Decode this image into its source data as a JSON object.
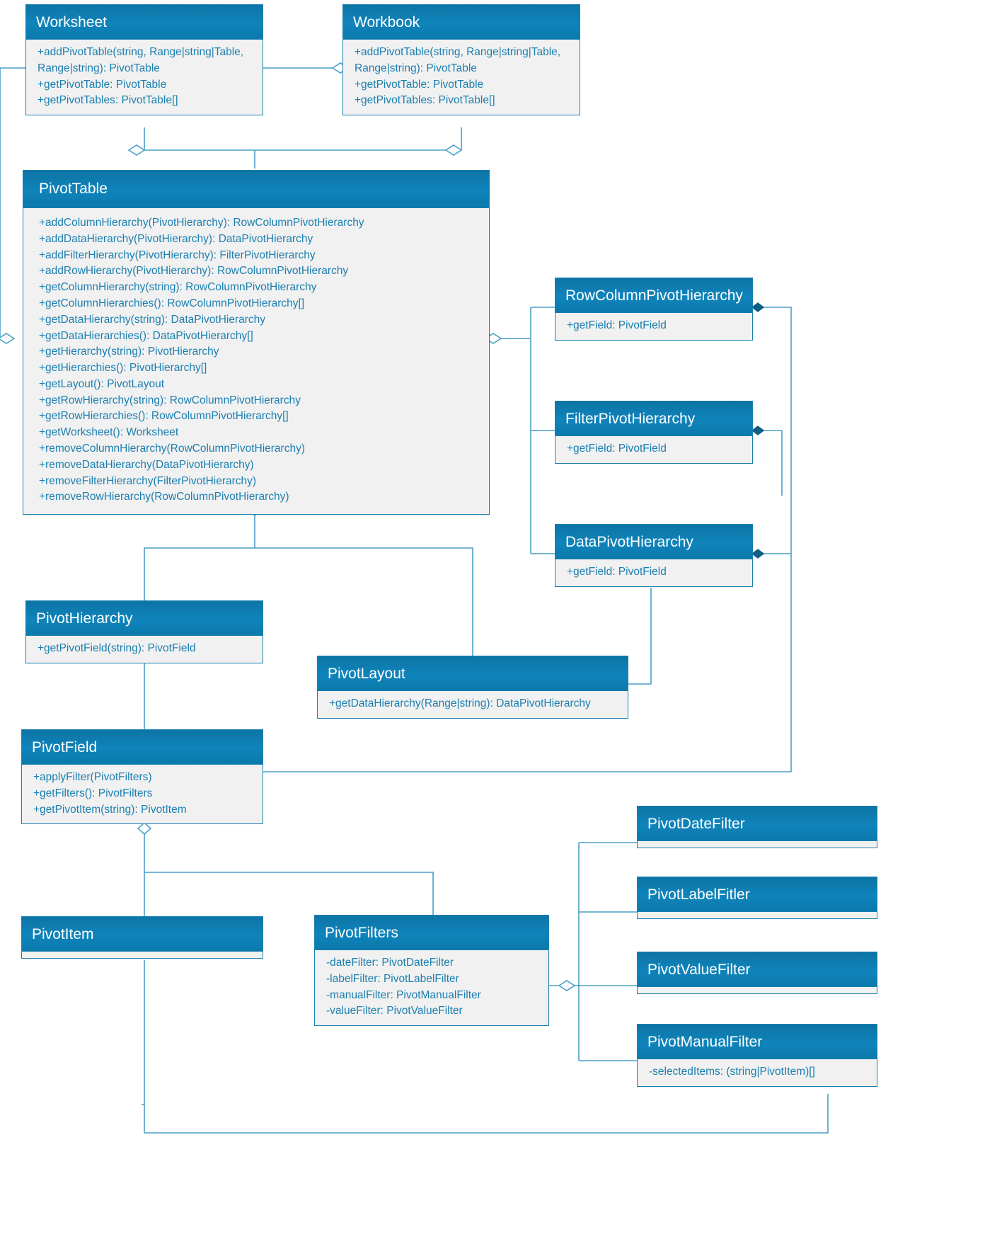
{
  "diagram": {
    "kind": "uml-class-diagram",
    "accent": "#0f84bb",
    "line_color": "#4a9fc9",
    "body_bg": "#f1f1f1",
    "text_color": "#1b7fb0"
  },
  "classes": {
    "worksheet": {
      "name": "Worksheet",
      "members": [
        "+addPivotTable(string,\nRange|string|Table, Range|string):\nPivotTable",
        "+getPivotTable: PivotTable",
        "+getPivotTables: PivotTable[]"
      ]
    },
    "workbook": {
      "name": "Workbook",
      "members": [
        "+addPivotTable(string,\nRange|string|Table, Range|string):\nPivotTable",
        "+getPivotTable: PivotTable",
        "+getPivotTables: PivotTable[]"
      ]
    },
    "pivottable": {
      "name": "PivotTable",
      "members": [
        "+addColumnHierarchy(PivotHierarchy): RowColumnPivotHierarchy",
        "+addDataHierarchy(PivotHierarchy): DataPivotHierarchy",
        "+addFilterHierarchy(PivotHierarchy): FilterPivotHierarchy",
        "+addRowHierarchy(PivotHierarchy): RowColumnPivotHierarchy",
        "+getColumnHierarchy(string): RowColumnPivotHierarchy",
        "+getColumnHierarchies(): RowColumnPivotHierarchy[]",
        "+getDataHierarchy(string): DataPivotHierarchy",
        "+getDataHierarchies(): DataPivotHierarchy[]",
        "+getHierarchy(string): PivotHierarchy",
        "+getHierarchies(): PivotHierarchy[]",
        "+getLayout(): PivotLayout",
        "+getRowHierarchy(string): RowColumnPivotHierarchy",
        "+getRowHierarchies(): RowColumnPivotHierarchy[]",
        "+getWorksheet(): Worksheet",
        "+removeColumnHierarchy(RowColumnPivotHierarchy)",
        "+removeDataHierarchy(DataPivotHierarchy)",
        "+removeFilterHierarchy(FilterPivotHierarchy)",
        "+removeRowHierarchy(RowColumnPivotHierarchy)"
      ]
    },
    "rowcolumnpivothierarchy": {
      "name": "RowColumnPivotHierarchy",
      "members": [
        "+getField: PivotField"
      ]
    },
    "filterpivothierarchy": {
      "name": "FilterPivotHierarchy",
      "members": [
        "+getField: PivotField"
      ]
    },
    "datapivothierarchy": {
      "name": "DataPivotHierarchy",
      "members": [
        "+getField: PivotField"
      ]
    },
    "pivothierarchy": {
      "name": "PivotHierarchy",
      "members": [
        "+getPivotField(string): PivotField"
      ]
    },
    "pivotlayout": {
      "name": "PivotLayout",
      "members": [
        "+getDataHierarchy(Range|string): DataPivotHierarchy"
      ]
    },
    "pivotfield": {
      "name": "PivotField",
      "members": [
        "+applyFilter(PivotFilters)",
        "+getFilters(): PivotFilters",
        "+getPivotItem(string): PivotItem"
      ]
    },
    "pivotitem": {
      "name": "PivotItem",
      "members": []
    },
    "pivotfilters": {
      "name": "PivotFilters",
      "members": [
        "-dateFilter: PivotDateFilter",
        "-labelFilter: PivotLabelFilter",
        "-manualFilter: PivotManualFilter",
        "-valueFilter: PivotValueFilter"
      ]
    },
    "pivotdatefilter": {
      "name": "PivotDateFilter",
      "members": []
    },
    "pivotlabelfilter": {
      "name": "PivotLabelFitler",
      "members": []
    },
    "pivotvaluefilter": {
      "name": "PivotValueFilter",
      "members": []
    },
    "pivotmanualfilter": {
      "name": "PivotManualFilter",
      "members": [
        "-selectedItems: (string|PivotItem)[]"
      ]
    }
  }
}
